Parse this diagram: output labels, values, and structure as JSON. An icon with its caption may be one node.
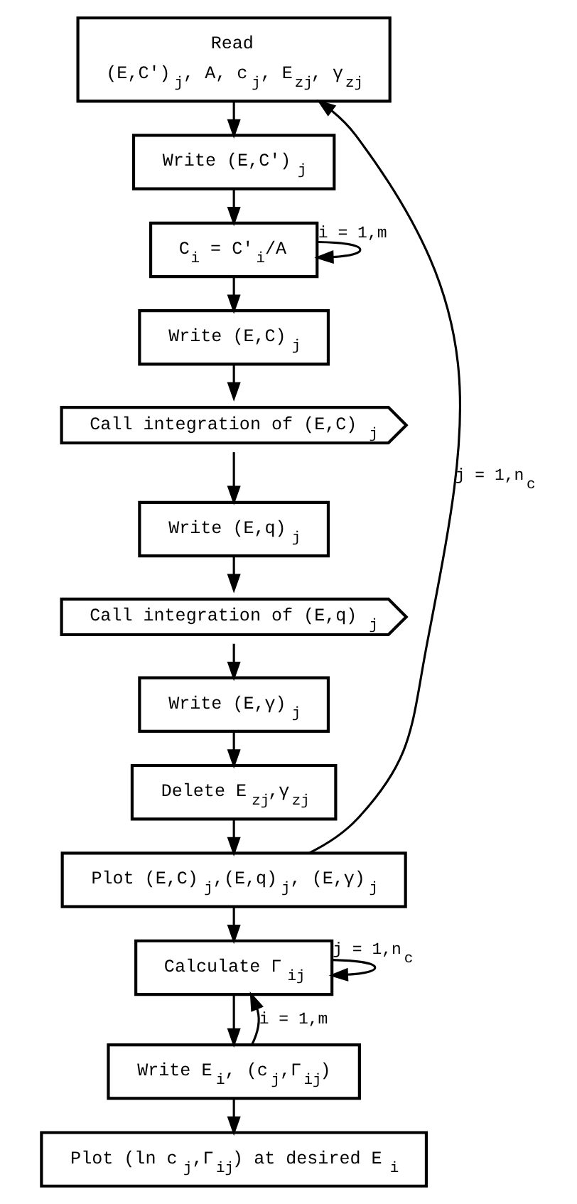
{
  "diagram": {
    "nodes": [
      {
        "text": [
          "Read",
          "(E,C')$_{j}$, A, c$_{j}$, E$_{zj}$, γ$_{zj}$"
        ]
      },
      {
        "text": [
          "Write (E,C')$_{j}$"
        ]
      },
      {
        "text": [
          "C$_{i}$ = C'$_{i}$/A"
        ]
      },
      {
        "text": [
          "Write (E,C)$_{j}$"
        ]
      },
      {
        "text": [
          "Call integration of (E,C)$_{j}$"
        ]
      },
      {
        "text": [
          "Write (E,q)$_{j}$"
        ]
      },
      {
        "text": [
          "Call integration of (E,q)$_{j}$"
        ]
      },
      {
        "text": [
          "Write (E,γ)$_{j}$"
        ]
      },
      {
        "text": [
          "Delete E$_{zj}$,γ$_{zj}$"
        ]
      },
      {
        "text": [
          "Plot (E,C)$_{j}$,(E,q)$_{j}$, (E,γ)$_{j}$"
        ]
      },
      {
        "text": [
          "Calculate Γ$_{ij}$"
        ]
      },
      {
        "text": [
          "Write E$_{i}$, (c$_{j}$,Γ$_{ij}$)"
        ]
      },
      {
        "text": [
          "Plot (ln c$_{j}$,Γ$_{ij}$) at desired E$_{i}$"
        ]
      }
    ],
    "edges": [
      {
        "from": 0,
        "to": 1,
        "arrow": "to"
      },
      {
        "from": 1,
        "to": 2,
        "arrow": "to"
      },
      {
        "from": 2,
        "to": 2,
        "arrow": "to",
        "label": "i = 1,m"
      },
      {
        "from": 2,
        "to": 3,
        "arrow": "to"
      },
      {
        "from": 3,
        "to": 4,
        "arrow": "to"
      },
      {
        "from": 4,
        "to": 5,
        "arrow": "to"
      },
      {
        "from": 5,
        "to": 6,
        "arrow": "to"
      },
      {
        "from": 6,
        "to": 7,
        "arrow": "to"
      },
      {
        "from": 7,
        "to": 8,
        "arrow": "to"
      },
      {
        "from": 8,
        "to": 9,
        "arrow": "to"
      },
      {
        "from": 9,
        "to": 0,
        "arrow": "to",
        "label": "j = 1,n$_{c}$"
      },
      {
        "from": 9,
        "to": 10,
        "arrow": "to"
      },
      {
        "from": 10,
        "to": 10,
        "arrow": "to",
        "label": "j = 1,n$_{c}$"
      },
      {
        "from": 10,
        "to": 11,
        "arrow": "to"
      },
      {
        "from": 11,
        "to": 10,
        "arrow": "to",
        "label": "i = 1,m"
      },
      {
        "from": 11,
        "to": 12,
        "arrow": "to"
      }
    ]
  }
}
